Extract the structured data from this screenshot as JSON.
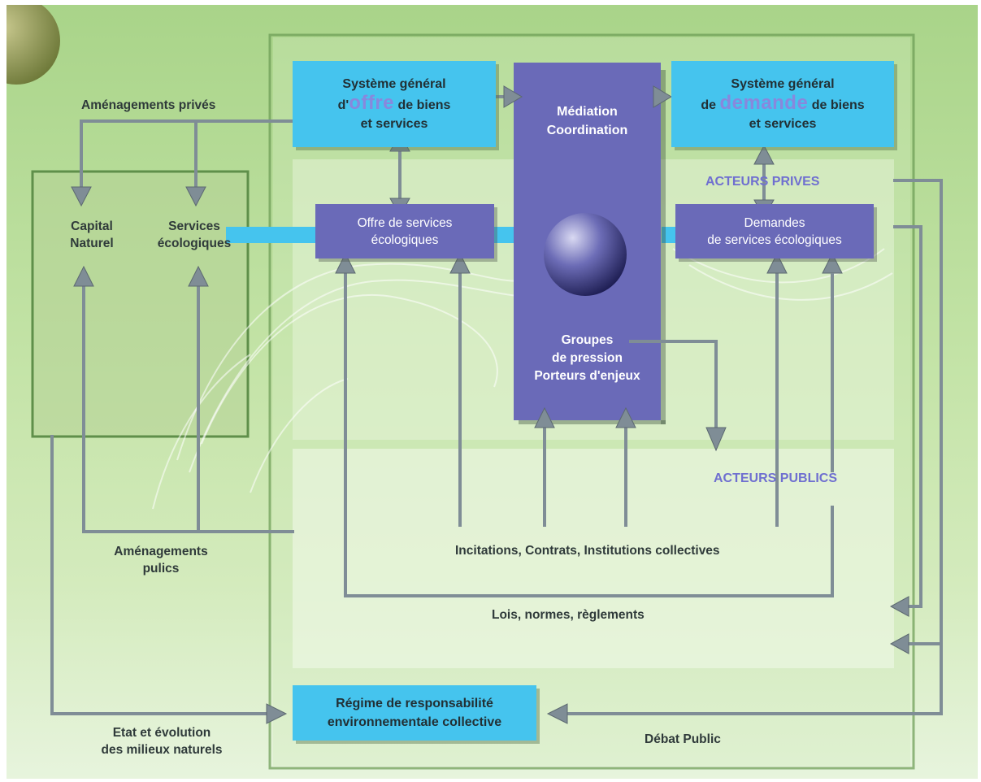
{
  "supply_system": {
    "line1": "Système général",
    "line2_prefix": "d'",
    "line2_emph": "offre",
    "line2_suffix": " de biens",
    "line3": "et services"
  },
  "demand_system": {
    "line1": "Système général",
    "line2_prefix": "de ",
    "line2_emph": "demande",
    "line2_suffix": " de biens",
    "line3": "et services"
  },
  "mediation": {
    "line1": "Médiation",
    "line2": "Coordination"
  },
  "pressure_groups": {
    "line1": "Groupes",
    "line2": "de pression",
    "line3": "Porteurs d'enjeux"
  },
  "supply_services": {
    "line1": "Offre de services",
    "line2": "écologiques"
  },
  "demand_services": {
    "line1": "Demandes",
    "line2": "de services écologiques"
  },
  "capital_naturel": {
    "line1": "Capital",
    "line2": "Naturel"
  },
  "services_ecologiques": {
    "line1": "Services",
    "line2": "écologiques"
  },
  "private_developments": "Aménagements privés",
  "public_developments": {
    "line1": "Aménagements",
    "line2": "pulics"
  },
  "private_actors": "ACTEURS PRIVES",
  "public_actors": "ACTEURS PUBLICS",
  "incentives": "Incitations, Contrats, Institutions collectives",
  "laws": "Lois, normes, règlements",
  "responsibility_regime": {
    "line1": "Régime de responsabilité",
    "line2": "environnementale collective"
  },
  "state_evolution": {
    "line1": "Etat et évolution",
    "line2": "des milieux naturels"
  },
  "public_debate": "Débat Public",
  "colors": {
    "cyan_box": "#45c4ee",
    "purple_box": "#6a6ab8",
    "connector": "#7f8d96",
    "actor_text": "#6f6fd0",
    "background_green": "#b6dc96"
  }
}
